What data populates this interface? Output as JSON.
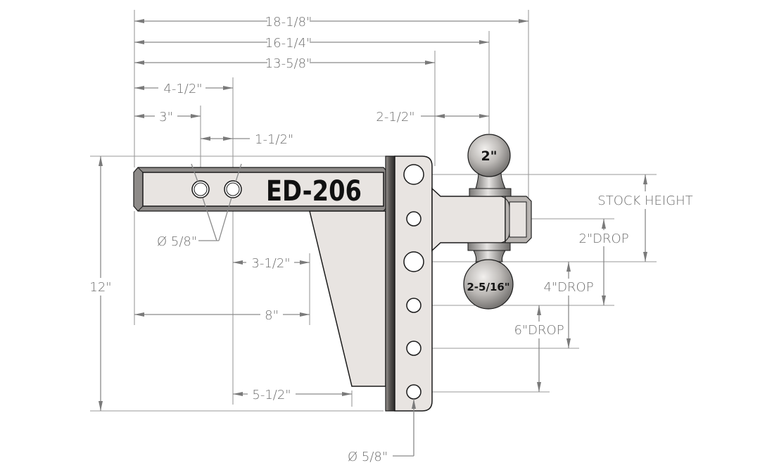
{
  "drawing": {
    "model_number": "ED-206",
    "colors": {
      "background": "#ffffff",
      "part_fill": "#e8e4e1",
      "outline": "#1a1a1a",
      "dimension_line": "#8a8a8a",
      "dimension_text": "#6e6e6e",
      "ball_metal": "#bdbab7"
    },
    "balls": {
      "top_ball_size": "2\"",
      "bottom_ball_size": "2-5/16\""
    },
    "dimensions": {
      "overall_length": "18-1/8\"",
      "length_to_ball_center": "16-1/4\"",
      "length_to_mount_face": "13-5/8\"",
      "shank_hole_2": "4-1/2\"",
      "shank_hole_1": "3\"",
      "hole_spacing": "1-1/2\"",
      "shank_hole_diameter": "Ø 5/8\"",
      "mount_offset": "2-1/2\"",
      "shank_exposed": "3-1/2\"",
      "shank_length": "8\"",
      "gusset_bottom_offset": "5-1/2\"",
      "overall_height": "12\"",
      "mount_hole_diameter": "Ø 5/8\"",
      "stock_height": "STOCK HEIGHT",
      "drop_2": "2\"DROP",
      "drop_4": "4\"DROP",
      "drop_6": "6\"DROP"
    }
  }
}
